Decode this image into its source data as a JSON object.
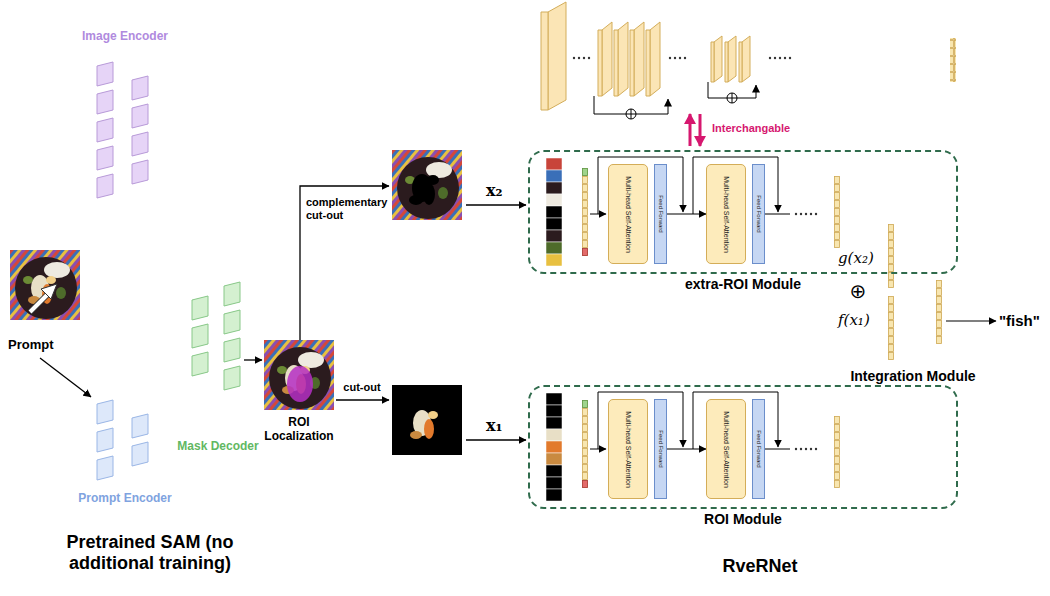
{
  "diagram": {
    "nodes": [
      {
        "text": [
          "extra-ROI Module"
        ]
      },
      {
        "text": [
          "Multi-head Self-Attention"
        ],
        "in": 0
      },
      {
        "text": [
          "Feed Forward"
        ],
        "in": 0
      },
      {
        "text": [
          "Multi-head Self-Attention"
        ],
        "in": 0
      },
      {
        "text": [
          "Feed Forward"
        ],
        "in": 0
      },
      {
        "text": [
          "ROI Module"
        ]
      },
      {
        "text": [
          "Multi-head Self-Attention"
        ],
        "in": 5
      },
      {
        "text": [
          "Feed Forward"
        ],
        "in": 5
      },
      {
        "text": [
          "Multi-head Self-Attention"
        ],
        "in": 5
      },
      {
        "text": [
          "Feed Forward"
        ],
        "in": 5
      },
      {
        "text": [
          "Integration Module"
        ]
      },
      {
        "text": [
          "\"fish\""
        ]
      }
    ],
    "edges": [
      {
        "from": 2,
        "to": 3,
        "arrow": "to"
      },
      {
        "from": 7,
        "to": 8,
        "arrow": "to"
      },
      {
        "from": 10,
        "to": 11,
        "arrow": "to"
      }
    ],
    "labels": [
      "Image Encoder",
      "Prompt",
      "Prompt Encoder",
      "Mask Decoder",
      "ROI Localization",
      "complementary cut-out",
      "cut-out",
      "x₂",
      "x₁",
      "Interchangable",
      "g(x₂)",
      "⊕",
      "f(x₁)",
      "Pretrained SAM (no additional training)",
      "RveRNet"
    ]
  }
}
